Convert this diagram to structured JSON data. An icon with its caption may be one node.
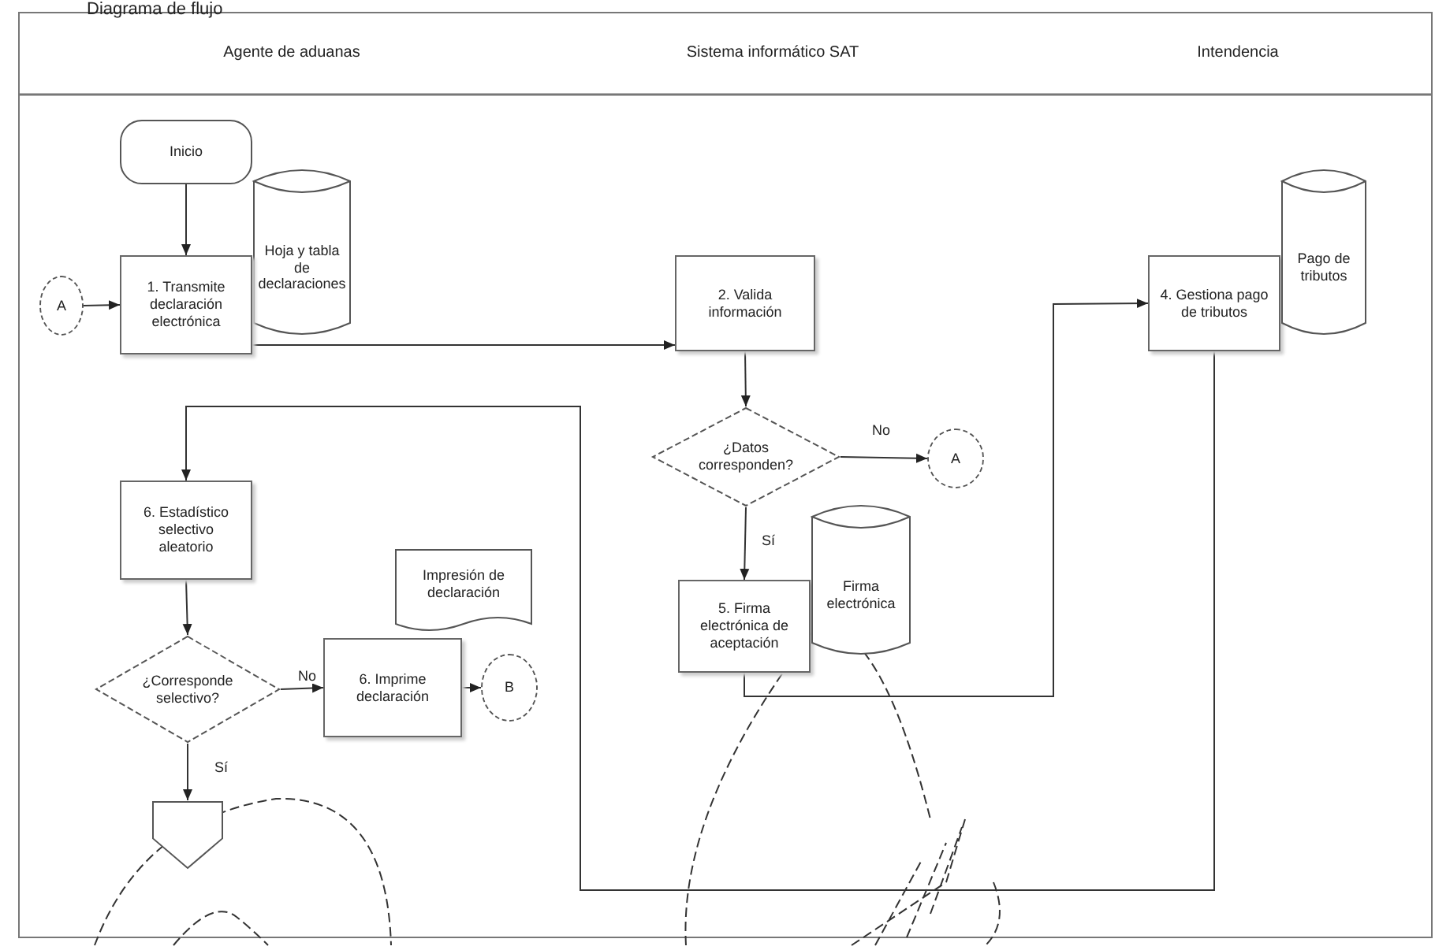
{
  "diagram": {
    "title": "Diagrama de flujo",
    "nodes": [
      {
        "text": [
          "Inicio"
        ]
      },
      {
        "text": [
          "Hoja y tabla de declaraciones"
        ]
      },
      {
        "text": [
          "A"
        ]
      },
      {
        "text": [
          "1. Transmite declaración electrónica"
        ]
      },
      {
        "text": [
          "2. Valida información"
        ]
      },
      {
        "text": [
          "4. Gestiona pago de tributos"
        ]
      },
      {
        "text": [
          "Pago de tributos"
        ]
      },
      {
        "text": [
          "¿Datos corresponden?"
        ]
      },
      {
        "text": [
          "A"
        ]
      },
      {
        "text": [
          "5. Firma electrónica de aceptación"
        ]
      },
      {
        "text": [
          "Firma electrónica"
        ]
      },
      {
        "text": [
          "6. Estadístico selectivo aleatorio"
        ]
      },
      {
        "text": [
          "¿Corresponde selectivo?"
        ]
      },
      {
        "text": [
          "Impresión de declaración"
        ]
      },
      {
        "text": [
          "6. Imprime declaración"
        ]
      },
      {
        "text": [
          "B"
        ]
      },
      {
        "text": [],
        "shape": "pentagon"
      }
    ],
    "edges": [
      {
        "from": 0,
        "to": 3,
        "arrow": "to"
      },
      {
        "from": 2,
        "to": 3,
        "arrow": "to"
      },
      {
        "from": 3,
        "to": 4,
        "arrow": "to"
      },
      {
        "from": 4,
        "to": 7,
        "arrow": "to"
      },
      {
        "from": 7,
        "to": 8,
        "arrow": "to",
        "label": "No"
      },
      {
        "from": 7,
        "to": 9,
        "arrow": "to",
        "label": "Sí"
      },
      {
        "from": 9,
        "to": 5,
        "arrow": "to"
      },
      {
        "from": 5,
        "to": 11,
        "arrow": "to"
      },
      {
        "from": 11,
        "to": 12,
        "arrow": "to"
      },
      {
        "from": 12,
        "to": 14,
        "arrow": "to",
        "label": "No"
      },
      {
        "from": 14,
        "to": 15,
        "arrow": "to"
      },
      {
        "from": 12,
        "to": 16,
        "arrow": "to",
        "label": "Sí"
      }
    ],
    "labels": [
      "Agente de aduanas",
      "Sistema informático SAT",
      "Intendencia"
    ]
  }
}
